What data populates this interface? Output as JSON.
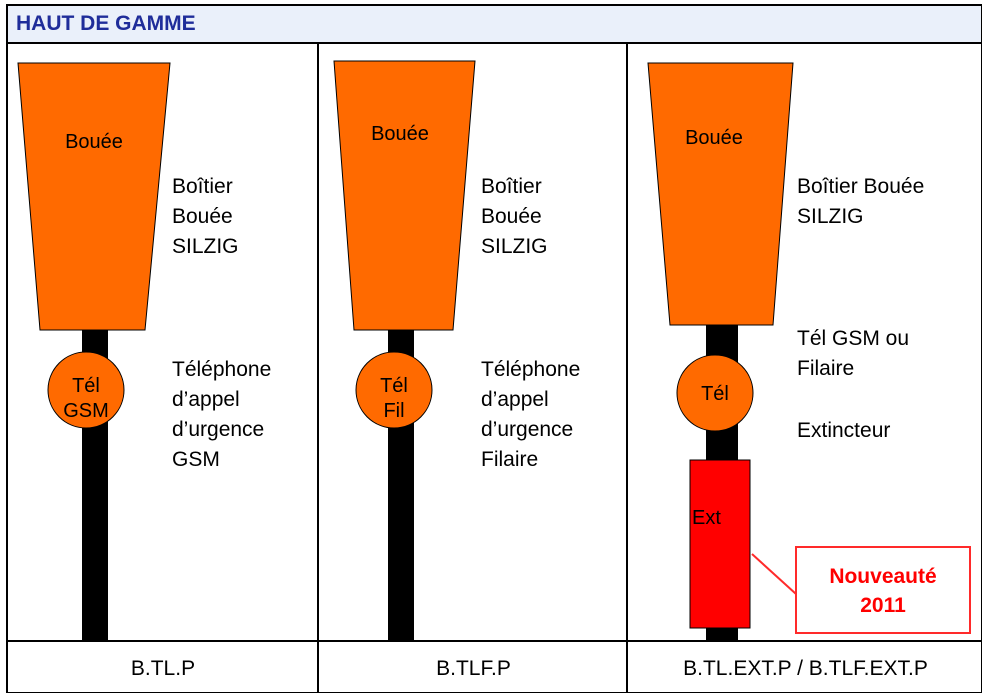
{
  "header": {
    "title": "HAUT DE GAMME"
  },
  "columns": [
    {
      "buoy_label": "Bouée",
      "phone_label": "Tél\nGSM",
      "box_text": "Boîtier\nBouée\nSILZIG",
      "phone_text": "Téléphone\nd’appel\nd’urgence\nGSM",
      "code": "B.TL.P"
    },
    {
      "buoy_label": "Bouée",
      "phone_label": "Tél\nFil",
      "box_text": "Boîtier\nBouée\nSILZIG",
      "phone_text": "Téléphone\nd’appel\nd’urgence\nFilaire",
      "code": "B.TLF.P"
    },
    {
      "buoy_label": "Bouée",
      "phone_label": "Tél",
      "box_text": "Boîtier Bouée\nSILZIG",
      "phone_text": "Tél GSM ou\nFilaire",
      "extinguisher_text": "Extincteur",
      "extinguisher_label": "Ext",
      "code": "B.TL.EXT.P / B.TLF.EXT.P"
    }
  ],
  "callout": {
    "text": "Nouveauté\n2011"
  },
  "colors": {
    "buoy": "#ff6a00",
    "pole": "#000000",
    "extinguisher": "#ff0000",
    "header_bg": "#eaf0fa",
    "header_text": "#1f2d9a",
    "callout": "#ff0000"
  }
}
